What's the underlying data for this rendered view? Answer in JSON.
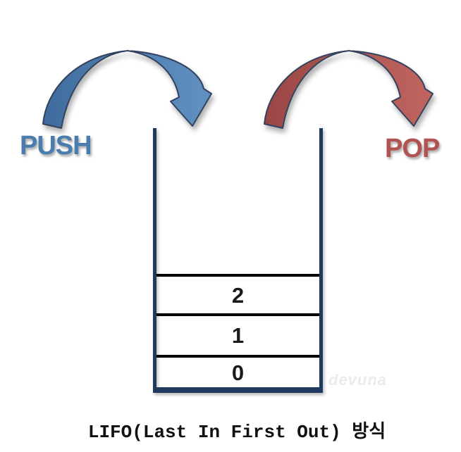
{
  "diagram": {
    "push": {
      "label": "PUSH"
    },
    "pop": {
      "label": "POP"
    },
    "stack": {
      "items": [
        "2",
        "1",
        "0"
      ]
    },
    "caption": "LIFO(Last In First Out) 방식",
    "watermark": "devuna",
    "icons": {
      "push_arrow": "curved-arrow-down-icon",
      "pop_arrow": "curved-arrow-down-icon"
    },
    "colors": {
      "push_text": "#4A7CAE",
      "pop_text": "#B15350",
      "arrow_blue_start": "#3F6B9D",
      "arrow_blue_end": "#6191C2",
      "arrow_red_start": "#9A4744",
      "arrow_red_end": "#C16560",
      "arrow_outline": "#32435F",
      "container_border": "#1E3A5F",
      "cell_divider": "#000000",
      "cell_text": "#1A1A1A",
      "caption_text": "#111111",
      "watermark_text": "#EBEBEB"
    }
  }
}
